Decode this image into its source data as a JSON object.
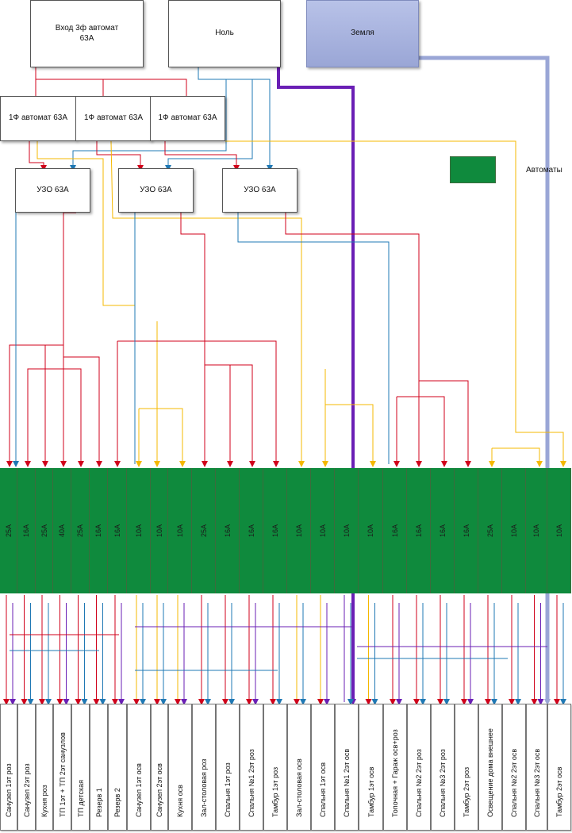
{
  "top_boxes": {
    "input": "Вход 3ф автомат\n63А",
    "neutral": "Ноль",
    "ground": "Земля"
  },
  "phase_breakers": [
    "1Ф автомат 63А",
    "1Ф автомат 63А",
    "1Ф автомат 63А"
  ],
  "rcds": [
    "УЗО 63А",
    "УЗО 63А",
    "УЗО 63А"
  ],
  "legend": {
    "label": "Автоматы"
  },
  "breakers": [
    "25А",
    "16А",
    "25А",
    "40А",
    "25А",
    "16А",
    "16А",
    "10А",
    "10А",
    "10А",
    "25А",
    "16А",
    "16А",
    "16А",
    "10А",
    "10А",
    "10А",
    "10А",
    "16А",
    "16А",
    "16А",
    "16А",
    "25А",
    "10А",
    "10А",
    "10А"
  ],
  "loads": [
    "Санузел 1эт роз",
    "Санузел 2эт роз",
    "Кухня роз",
    "ТП 1эт + ТП 2эт санузлов",
    "ТП детская",
    "Резерв 1",
    "Резерв 2",
    "Санузел 1эт осв",
    "Санузел 2эт осв",
    "Кухня осв",
    "Зал-столовая роз",
    "Спальня 1эт роз",
    "Спальня №1 2эт роз",
    "Тамбур 1эт роз",
    "Зал-столовая осв",
    "Спальня 1эт осв",
    "Спальня №1 2эт осв",
    "Тамбур 1эт осв",
    "Топочная + Гараж осв+роз",
    "Спальня №2 2эт роз",
    "Спальня №3 2эт роз",
    "Тамбур 2эт роз",
    "Освещение дома внешнее",
    "Спальня №2 2эт осв",
    "Спальня №3 2эт осв",
    "Тамбур 2эт осв"
  ],
  "colors": {
    "phase": "#d0021b",
    "neutral": "#1f78b4",
    "light_phase": "#f5b800",
    "main_neutral": "#6a1fb5",
    "ground": "#9aa6d6",
    "breaker": "#0f8a3d"
  }
}
